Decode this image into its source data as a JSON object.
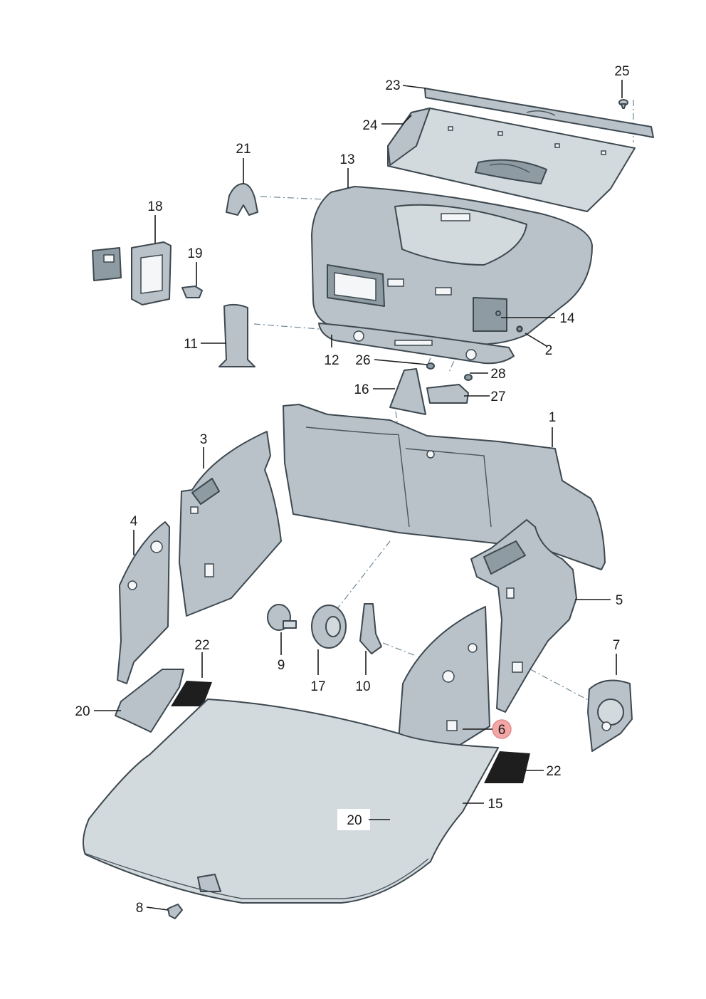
{
  "labels": {
    "l1": "1",
    "l2": "2",
    "l3": "3",
    "l4": "4",
    "l5": "5",
    "l6": "6",
    "l7": "7",
    "l8": "8",
    "l9": "9",
    "l10": "10",
    "l11": "11",
    "l12": "12",
    "l13": "13",
    "l14": "14",
    "l15": "15",
    "l16": "16",
    "l17": "17",
    "l18": "18",
    "l19": "19",
    "l20a": "20",
    "l20b": "20",
    "l21": "21",
    "l22a": "22",
    "l22b": "22",
    "l23": "23",
    "l24": "24",
    "l25": "25",
    "l26": "26",
    "l27": "27",
    "l28": "28"
  },
  "highlight": {
    "part": "6",
    "color": "#f2a6a6"
  }
}
